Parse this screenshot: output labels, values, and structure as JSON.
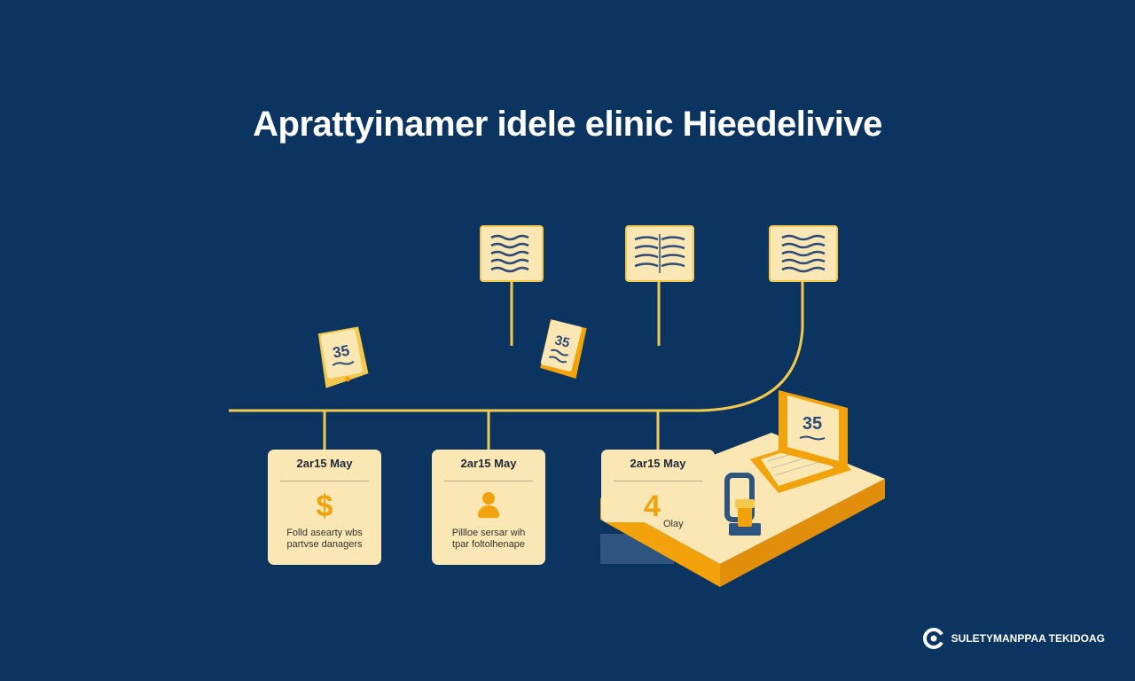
{
  "title": "Aprattyinamer idele elinic Hieedelivive",
  "colors": {
    "background": "#0c3461",
    "accent": "#f2c94c",
    "card": "#fbe7b3",
    "orange": "#f2a20b"
  },
  "icons": {
    "doc_cards": [
      "document-lines-icon",
      "open-book-icon",
      "document-lines-icon"
    ],
    "small_cards": [
      "calendar-icon",
      "calendar-icon"
    ],
    "person": "person-icon",
    "laptop": "laptop-icon",
    "logo": "logo-icon"
  },
  "small_cards": [
    {
      "label": "35"
    },
    {
      "label": "35"
    }
  ],
  "cards": [
    {
      "date": "2ar15 May",
      "symbol": "$",
      "desc_line1": "Folld asearty wbs",
      "desc_line2": "partvse danagers"
    },
    {
      "date": "2ar15 May",
      "symbol": "",
      "desc_line1": "Pillloe sersar wih",
      "desc_line2": "tpar foltolhenape"
    },
    {
      "date": "2ar15 May",
      "symbol": "4",
      "desc_line1": "Olay",
      "desc_line2": ""
    }
  ],
  "laptop_screen_label": "35",
  "footer": {
    "text": "SULETYMANPPAA TEKIDOAG"
  }
}
